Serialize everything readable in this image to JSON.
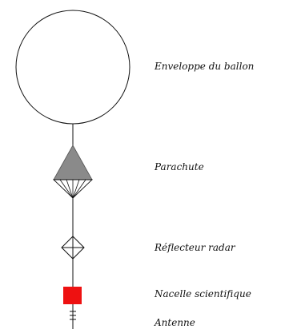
{
  "labels": {
    "envelope": "Enveloppe du ballon",
    "parachute": "Parachute",
    "reflector": "Réflecteur radar",
    "gondola": "Nacelle scientifique",
    "antenna": "Antenne"
  },
  "colors": {
    "line": "#111111",
    "parachute_fill": "#8a8a8a",
    "gondola_fill": "#ee1111"
  }
}
